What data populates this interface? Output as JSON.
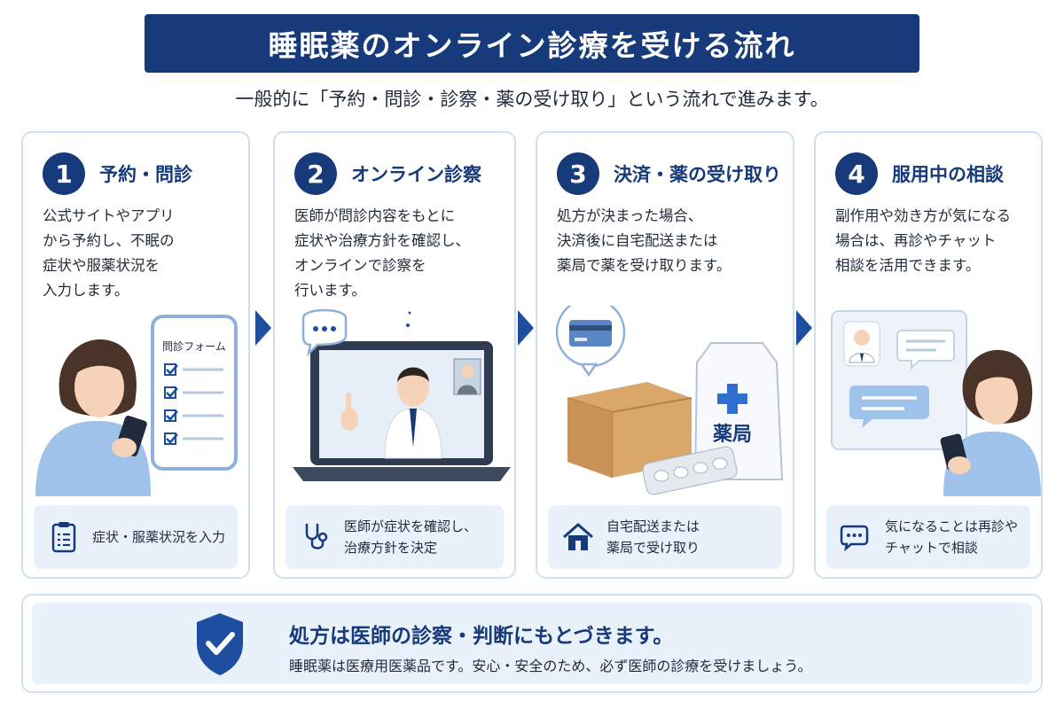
{
  "header": {
    "title": "睡眠薬のオンライン診療を受ける流れ",
    "subtitle": "一般的に「予約・問診・診察・薬の受け取り」という流れで進みます。"
  },
  "steps": [
    {
      "number": "1",
      "title": "予約・問診",
      "description": [
        "公式サイトやアプリ",
        "から予約し、不眠の",
        "症状や服薬状況を",
        "入力します。"
      ],
      "illustration_label": "問診フォーム",
      "note": [
        "症状・服薬状況を入力"
      ],
      "note_icon": "clipboard-icon"
    },
    {
      "number": "2",
      "title": "オンライン診察",
      "description": [
        "医師が問診内容をもとに",
        "症状や治療方針を確認し、",
        "オンラインで診察を",
        "行います。"
      ],
      "note": [
        "医師が症状を確認し、",
        "治療方針を決定"
      ],
      "note_icon": "stethoscope-icon"
    },
    {
      "number": "3",
      "title": "決済・薬の受け取り",
      "description": [
        "処方が決まった場合、",
        "決済後に自宅配送または",
        "薬局で薬を受け取ります。"
      ],
      "illustration_label": "薬局",
      "note": [
        "自宅配送または",
        "薬局で受け取り"
      ],
      "note_icon": "house-icon"
    },
    {
      "number": "4",
      "title": "服用中の相談",
      "description": [
        "副作用や効き方が気になる",
        "場合は、再診やチャット",
        "相談を活用できます。"
      ],
      "note": [
        "気になることは再診や",
        "チャットで相談"
      ],
      "note_icon": "chat-bubbles-icon"
    }
  ],
  "footer": {
    "title": "処方は医師の診察・判断にもとづきます。",
    "text": "睡眠薬は医療用医薬品です。安心・安全のため、必ず医師の診療を受けましょう。",
    "icon": "shield-check-icon"
  },
  "colors": {
    "navy": "#173a7a",
    "accent_blue": "#1d4ea0",
    "card_border": "#cfe0f3",
    "note_bg": "#e9f1fb"
  }
}
